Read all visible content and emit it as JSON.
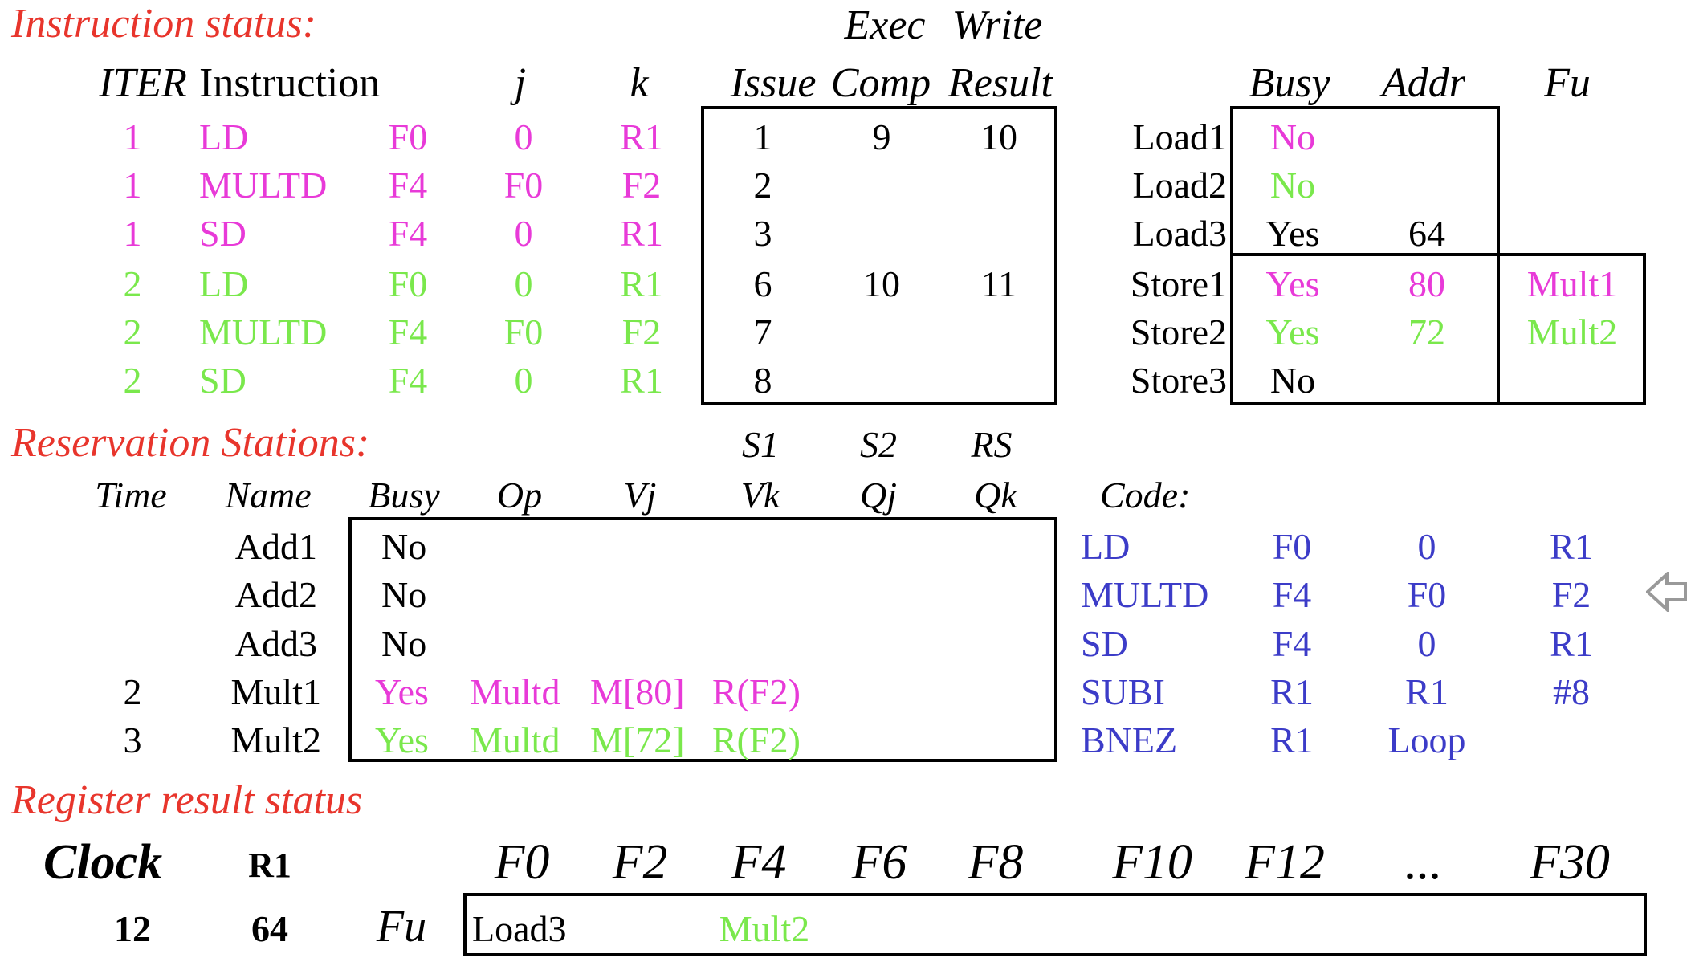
{
  "titles": {
    "instruction_status": "Instruction status:",
    "reservation_stations": "Reservation Stations:",
    "register_result_status": "Register result status"
  },
  "instr_headers": {
    "exec": "Exec",
    "write": "Write",
    "iter": "ITER",
    "instruction": "Instruction",
    "j": "j",
    "k": "k",
    "issue": "Issue",
    "comp": "Comp",
    "result": "Result"
  },
  "instructions": [
    {
      "iter": "1",
      "op": "LD",
      "j": "F0",
      "k": "0",
      "kk": "R1",
      "issue": "1",
      "comp": "9",
      "result": "10",
      "color": "#e83ad8"
    },
    {
      "iter": "1",
      "op": "MULTD",
      "j": "F4",
      "k": "F0",
      "kk": "F2",
      "issue": "2",
      "comp": "",
      "result": "",
      "color": "#e83ad8"
    },
    {
      "iter": "1",
      "op": "SD",
      "j": "F4",
      "k": "0",
      "kk": "R1",
      "issue": "3",
      "comp": "",
      "result": "",
      "color": "#e83ad8"
    },
    {
      "iter": "2",
      "op": "LD",
      "j": "F0",
      "k": "0",
      "kk": "R1",
      "issue": "6",
      "comp": "10",
      "result": "11",
      "color": "#7ae84c"
    },
    {
      "iter": "2",
      "op": "MULTD",
      "j": "F4",
      "k": "F0",
      "kk": "F2",
      "issue": "7",
      "comp": "",
      "result": "",
      "color": "#7ae84c"
    },
    {
      "iter": "2",
      "op": "SD",
      "j": "F4",
      "k": "0",
      "kk": "R1",
      "issue": "8",
      "comp": "",
      "result": "",
      "color": "#7ae84c"
    }
  ],
  "lsq_headers": {
    "busy": "Busy",
    "addr": "Addr",
    "fu": "Fu"
  },
  "lsq": [
    {
      "name": "Load1",
      "busy": "No",
      "addr": "",
      "fu": "",
      "color": "#e83ad8"
    },
    {
      "name": "Load2",
      "busy": "No",
      "addr": "",
      "fu": "",
      "color": "#7ae84c"
    },
    {
      "name": "Load3",
      "busy": "Yes",
      "addr": "64",
      "fu": "",
      "color": "#000000"
    },
    {
      "name": "Store1",
      "busy": "Yes",
      "addr": "80",
      "fu": "Mult1",
      "color": "#e83ad8"
    },
    {
      "name": "Store2",
      "busy": "Yes",
      "addr": "72",
      "fu": "Mult2",
      "color": "#7ae84c"
    },
    {
      "name": "Store3",
      "busy": "No",
      "addr": "",
      "fu": "",
      "color": "#000000"
    }
  ],
  "rs_headers": {
    "s1": "S1",
    "s2": "S2",
    "rs": "RS",
    "time": "Time",
    "name": "Name",
    "busy": "Busy",
    "op": "Op",
    "vj": "Vj",
    "vk": "Vk",
    "qj": "Qj",
    "qk": "Qk"
  },
  "rs": [
    {
      "time": "",
      "name": "Add1",
      "busy": "No",
      "op": "",
      "vj": "",
      "vk": "",
      "color": "#000000"
    },
    {
      "time": "",
      "name": "Add2",
      "busy": "No",
      "op": "",
      "vj": "",
      "vk": "",
      "color": "#000000"
    },
    {
      "time": "",
      "name": "Add3",
      "busy": "No",
      "op": "",
      "vj": "",
      "vk": "",
      "color": "#000000"
    },
    {
      "time": "2",
      "name": "Mult1",
      "busy": "Yes",
      "op": "Multd",
      "vj": "M[80]",
      "vk": "R(F2)",
      "color": "#e83ad8"
    },
    {
      "time": "3",
      "name": "Mult2",
      "busy": "Yes",
      "op": "Multd",
      "vj": "M[72]",
      "vk": "R(F2)",
      "color": "#7ae84c"
    }
  ],
  "code_label": "Code:",
  "code": [
    {
      "op": "LD",
      "a": "F0",
      "b": "0",
      "c": "R1"
    },
    {
      "op": "MULTD",
      "a": "F4",
      "b": "F0",
      "c": "F2"
    },
    {
      "op": "SD",
      "a": "F4",
      "b": "0",
      "c": "R1"
    },
    {
      "op": "SUBI",
      "a": "R1",
      "b": "R1",
      "c": "#8"
    },
    {
      "op": "BNEZ",
      "a": "R1",
      "b": "Loop",
      "c": ""
    }
  ],
  "current_code_line": 1,
  "register": {
    "clock_label": "Clock",
    "clock_value": "12",
    "r1_label": "R1",
    "r1_value": "64",
    "fu_label": "Fu",
    "regs": [
      "F0",
      "F2",
      "F4",
      "F6",
      "F8",
      "F10",
      "F12",
      "...",
      "F30"
    ],
    "fu": [
      {
        "value": "Load3",
        "color": "#000000"
      },
      {
        "value": "",
        "color": "#000000"
      },
      {
        "value": "Mult2",
        "color": "#7ae84c"
      },
      {
        "value": "",
        "color": "#000000"
      },
      {
        "value": "",
        "color": "#000000"
      },
      {
        "value": "",
        "color": "#000000"
      },
      {
        "value": "",
        "color": "#000000"
      },
      {
        "value": "",
        "color": "#000000"
      },
      {
        "value": "",
        "color": "#000000"
      }
    ]
  }
}
